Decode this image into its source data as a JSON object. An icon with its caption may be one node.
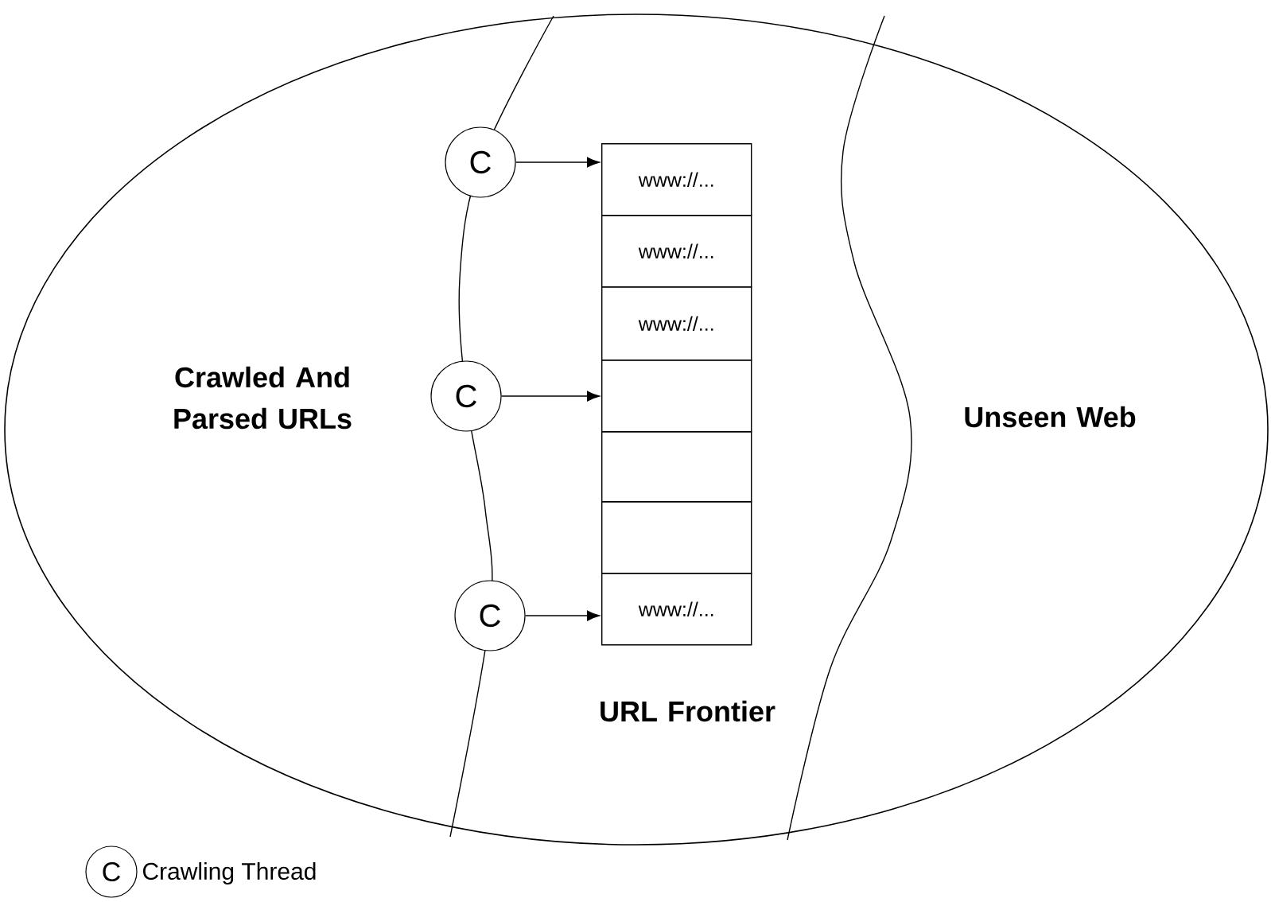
{
  "diagram": {
    "nodes": [
      {
        "text": [
          "C"
        ]
      },
      {
        "text": [
          "C"
        ]
      },
      {
        "text": [
          "C"
        ]
      },
      {
        "text": [
          "www://..."
        ]
      },
      {
        "text": [
          "www://..."
        ]
      },
      {
        "text": [
          "www://..."
        ]
      },
      {
        "text": [],
        "shape": "box"
      },
      {
        "text": [],
        "shape": "box"
      },
      {
        "text": [],
        "shape": "box"
      },
      {
        "text": [
          "www://..."
        ]
      },
      {
        "text": [
          "C"
        ],
        "beside": [
          "Crawling Thread"
        ]
      }
    ],
    "edges": [
      {
        "from": 0,
        "to": 3,
        "arrow": "to"
      },
      {
        "from": 1,
        "to": 6,
        "arrow": "to"
      },
      {
        "from": 2,
        "to": 9,
        "arrow": "to"
      }
    ],
    "labels": [
      "Crawled And Parsed URLs",
      "Unseen Web",
      "URL Frontier"
    ]
  }
}
